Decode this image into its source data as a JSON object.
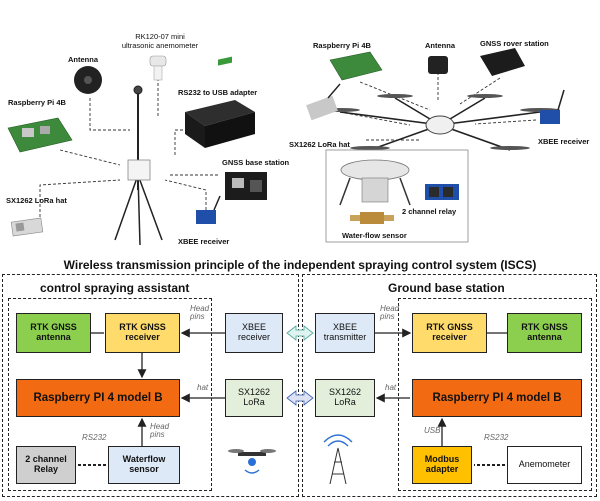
{
  "top_left": {
    "antenna": "Antenna",
    "anemometer": "RK120-07 mini\nultrasonic anemometer",
    "rs232_usb": "RS232 to USB adapter",
    "raspberry": "Raspberry Pi 4B",
    "gnss_base": "GNSS base station",
    "lora_hat": "SX1262 LoRa hat",
    "xbee_receiver": "XBEE receiver"
  },
  "top_right": {
    "raspberry": "Raspberry Pi 4B",
    "antenna": "Antenna",
    "gnss_rover": "GNSS rover station",
    "lora_hat": "SX1262 LoRa hat",
    "xbee_receiver": "XBEE receiver",
    "relay": "2 channel relay",
    "waterflow": "Water-flow sensor"
  },
  "diagram": {
    "title": "Wireless transmission principle of the independent spraying control system (ISCS)",
    "left_title": "control spraying assistant",
    "right_title": "Ground base station",
    "left": {
      "rtk_antenna": "RTK GNSS\nantenna",
      "rtk_receiver": "RTK GNSS\nreceiver",
      "xbee": "XBEE\nreceiver",
      "raspberry": "Raspberry PI 4 model B",
      "lora": "SX1262\nLoRa",
      "relay": "2 channel\nRelay",
      "waterflow": "Waterflow\nsensor",
      "head_pins_1": "Head\npins",
      "hat": "hat",
      "head_pins_2": "Head\npins",
      "rs232": "RS232"
    },
    "right": {
      "xbee": "XBEE\ntransmitter",
      "rtk_receiver": "RTK GNSS\nreceiver",
      "rtk_antenna": "RTK GNSS\nantenna",
      "lora": "SX1262\nLoRa",
      "raspberry": "Raspberry PI 4 model B",
      "modbus": "Modbus\nadapter",
      "anemometer": "Anemometer",
      "head_pins": "Head\npins",
      "hat": "hat",
      "usb": "USB",
      "rs232": "RS232"
    }
  },
  "colors": {
    "green": "#8ccf4f",
    "yellow": "#ffdb6b",
    "orange": "#f26a12",
    "lightblue": "#dde9f7",
    "lightgreen": "#e3efda",
    "gray": "#cfcfcf",
    "gold": "#ffc000"
  }
}
